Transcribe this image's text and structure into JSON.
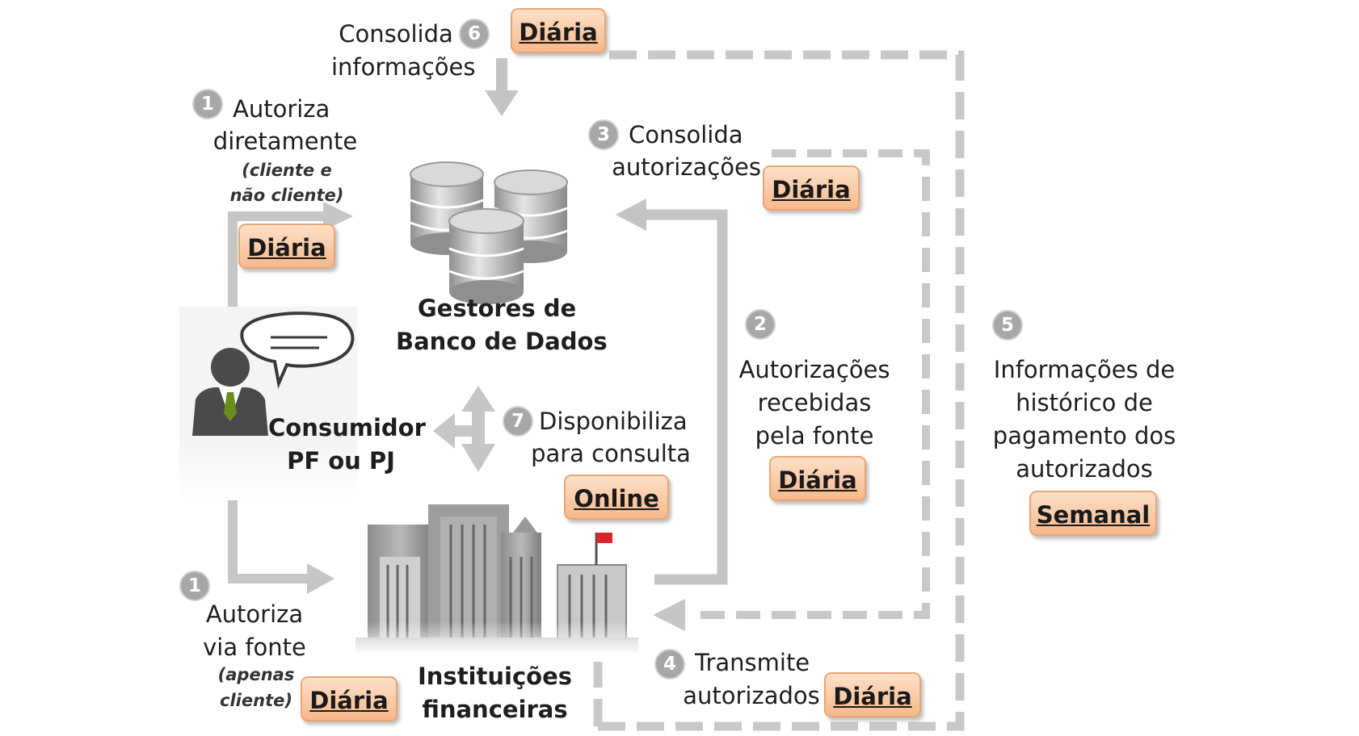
{
  "steps": {
    "s6": {
      "num": "6",
      "line1": "Consolida",
      "line2": "informações",
      "badge": "Diária"
    },
    "s1a": {
      "num": "1",
      "line1": "Autoriza",
      "line2": "diretamente",
      "note1": "(cliente e",
      "note2": "não cliente)",
      "badge": "Diária"
    },
    "s3": {
      "num": "3",
      "line1": "Consolida",
      "line2": "autorizações",
      "badge": "Diária"
    },
    "s2": {
      "num": "2",
      "line1": "Autorizações",
      "line2": "recebidas",
      "line3": "pela fonte",
      "badge": "Diária"
    },
    "s5": {
      "num": "5",
      "line1": "Informações de",
      "line2": "histórico de",
      "line3": "pagamento dos",
      "line4": "autorizados",
      "badge": "Semanal"
    },
    "s7": {
      "num": "7",
      "line1": "Disponibiliza",
      "line2": "para consulta",
      "badge": "Online"
    },
    "s1b": {
      "num": "1",
      "line1": "Autoriza",
      "line2": "via fonte",
      "note1": "(apenas",
      "note2": "cliente)",
      "badge": "Diária"
    },
    "s4": {
      "num": "4",
      "line1": "Transmite",
      "line2": "autorizados",
      "badge": "Diária"
    }
  },
  "nodes": {
    "database": {
      "line1": "Gestores de",
      "line2": "Banco de Dados",
      "icon": "database-icon"
    },
    "consumer": {
      "line1": "Consumidor",
      "line2": "PF ou PJ",
      "icon": "person-speech-icon"
    },
    "institutions": {
      "line1": "Instituições",
      "line2": "financeiras",
      "icon": "buildings-icon"
    }
  },
  "colors": {
    "badge_fill": "#f9c9a0",
    "badge_border": "#e8a574",
    "arrow": "#c4c4c4",
    "dashed": "#c8c8c8",
    "number_circle": "#a7a7a7"
  }
}
